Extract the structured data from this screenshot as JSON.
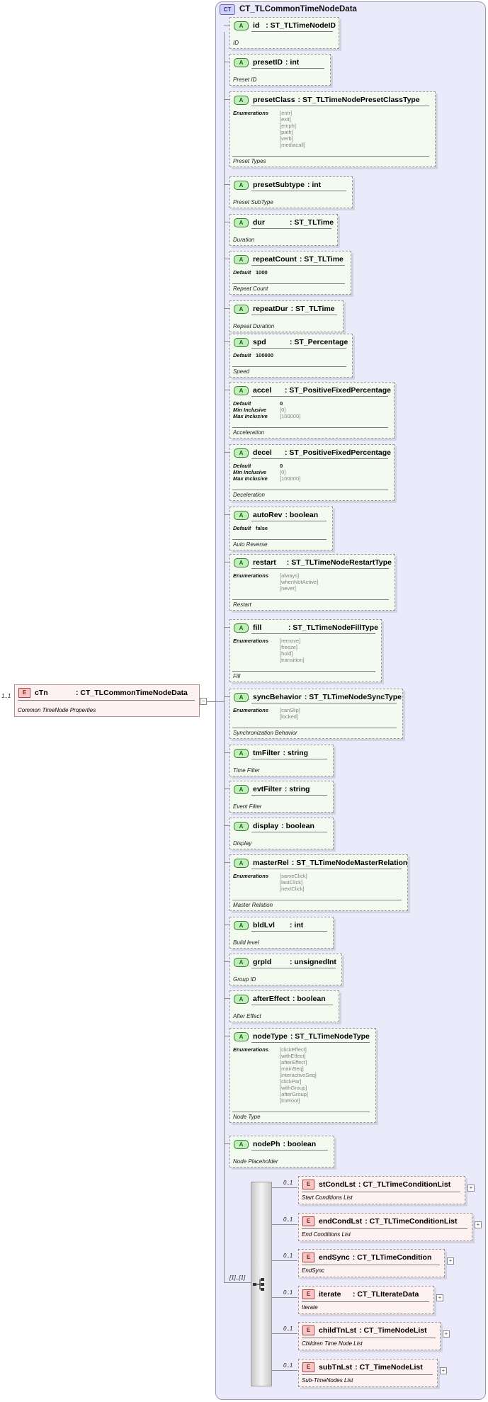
{
  "complex_type": {
    "badge": "CT",
    "name": "CT_TLCommonTimeNodeData"
  },
  "root_element": {
    "cardinality": "1..1",
    "badge": "E",
    "name": "cTn",
    "type": ": CT_TLCommonTimeNodeData",
    "description": "Common TimeNode Properties"
  },
  "facet_labels": {
    "enumerations": "Enumerations",
    "default": "Default",
    "min_inclusive": "Min Inclusive",
    "max_inclusive": "Max Inclusive"
  },
  "attribute_badge": "A",
  "attributes": [
    {
      "name": "id",
      "type": ": ST_TLTimeNodeID",
      "description": "ID"
    },
    {
      "name": "presetID",
      "type": ": int",
      "description": "Preset ID"
    },
    {
      "name": "presetClass",
      "type": ": ST_TLTimeNodePresetClassType",
      "description": "Preset Types",
      "enumerations": [
        "[entr]",
        "[exit]",
        "[emph]",
        "[path]",
        "[verb]",
        "[mediacall]"
      ]
    },
    {
      "name": "presetSubtype",
      "type": ": int",
      "description": "Preset SubType"
    },
    {
      "name": "dur",
      "type": ": ST_TLTime",
      "description": "Duration"
    },
    {
      "name": "repeatCount",
      "type": ": ST_TLTime",
      "description": "Repeat Count",
      "default": "1000"
    },
    {
      "name": "repeatDur",
      "type": ": ST_TLTime",
      "description": "Repeat Duration"
    },
    {
      "name": "spd",
      "type": ": ST_Percentage",
      "description": "Speed",
      "default": "100000"
    },
    {
      "name": "accel",
      "type": ": ST_PositiveFixedPercentage",
      "description": "Acceleration",
      "default": "0",
      "min_inclusive": "[0]",
      "max_inclusive": "[100000]"
    },
    {
      "name": "decel",
      "type": ": ST_PositiveFixedPercentage",
      "description": "Deceleration",
      "default": "0",
      "min_inclusive": "[0]",
      "max_inclusive": "[100000]"
    },
    {
      "name": "autoRev",
      "type": ": boolean",
      "description": "Auto Reverse",
      "default": "false"
    },
    {
      "name": "restart",
      "type": ": ST_TLTimeNodeRestartType",
      "description": "Restart",
      "enumerations": [
        "[always]",
        "[whenNotActive]",
        "[never]"
      ]
    },
    {
      "name": "fill",
      "type": ": ST_TLTimeNodeFillType",
      "description": "Fill",
      "enumerations": [
        "[remove]",
        "[freeze]",
        "[hold]",
        "[transition]"
      ]
    },
    {
      "name": "syncBehavior",
      "type": ": ST_TLTimeNodeSyncType",
      "description": "Synchronization Behavior",
      "enumerations": [
        "[canSlip]",
        "[locked]"
      ]
    },
    {
      "name": "tmFilter",
      "type": ": string",
      "description": "Time Filter"
    },
    {
      "name": "evtFilter",
      "type": ": string",
      "description": "Event Filter"
    },
    {
      "name": "display",
      "type": ": boolean",
      "description": "Display"
    },
    {
      "name": "masterRel",
      "type": ": ST_TLTimeNodeMasterRelation",
      "description": "Master Relation",
      "enumerations": [
        "[sameClick]",
        "[lastClick]",
        "[nextClick]"
      ]
    },
    {
      "name": "bldLvl",
      "type": ": int",
      "description": "Build level"
    },
    {
      "name": "grpId",
      "type": ": unsignedInt",
      "description": "Group ID"
    },
    {
      "name": "afterEffect",
      "type": ": boolean",
      "description": "After Effect"
    },
    {
      "name": "nodeType",
      "type": ": ST_TLTimeNodeType",
      "description": "Node Type",
      "enumerations": [
        "[clickEffect]",
        "[withEffect]",
        "[afterEffect]",
        "[mainSeq]",
        "[interactiveSeq]",
        "[clickPar]",
        "[withGroup]",
        "[afterGroup]",
        "[tmRoot]"
      ]
    },
    {
      "name": "nodePh",
      "type": ": boolean",
      "description": "Node Placeholder"
    }
  ],
  "sequence": {
    "cardinality": "[1]..[1]",
    "icon": "sequence-compositor-icon"
  },
  "child_elements": [
    {
      "cardinality": "0..1",
      "badge": "E",
      "name": "stCondLst",
      "type": ": CT_TLTimeConditionList",
      "description": "Start Conditions List"
    },
    {
      "cardinality": "0..1",
      "badge": "E",
      "name": "endCondLst",
      "type": ": CT_TLTimeConditionList",
      "description": "End Conditions List"
    },
    {
      "cardinality": "0..1",
      "badge": "E",
      "name": "endSync",
      "type": ": CT_TLTimeCondition",
      "description": "EndSync"
    },
    {
      "cardinality": "0..1",
      "badge": "E",
      "name": "iterate",
      "type": ": CT_TLIterateData",
      "description": "Iterate"
    },
    {
      "cardinality": "0..1",
      "badge": "E",
      "name": "childTnLst",
      "type": ": CT_TimeNodeList",
      "description": "Children Time Node List"
    },
    {
      "cardinality": "0..1",
      "badge": "E",
      "name": "subTnLst",
      "type": ": CT_TimeNodeList",
      "description": "Sub-TimeNodes List"
    }
  ],
  "colors": {
    "complex_type_bg": "#eaeafb",
    "attribute_bg": "#f3fbf1",
    "element_bg": "#fdf1f1",
    "attribute_badge": "#bff0b8",
    "element_badge": "#f5c7c7"
  }
}
